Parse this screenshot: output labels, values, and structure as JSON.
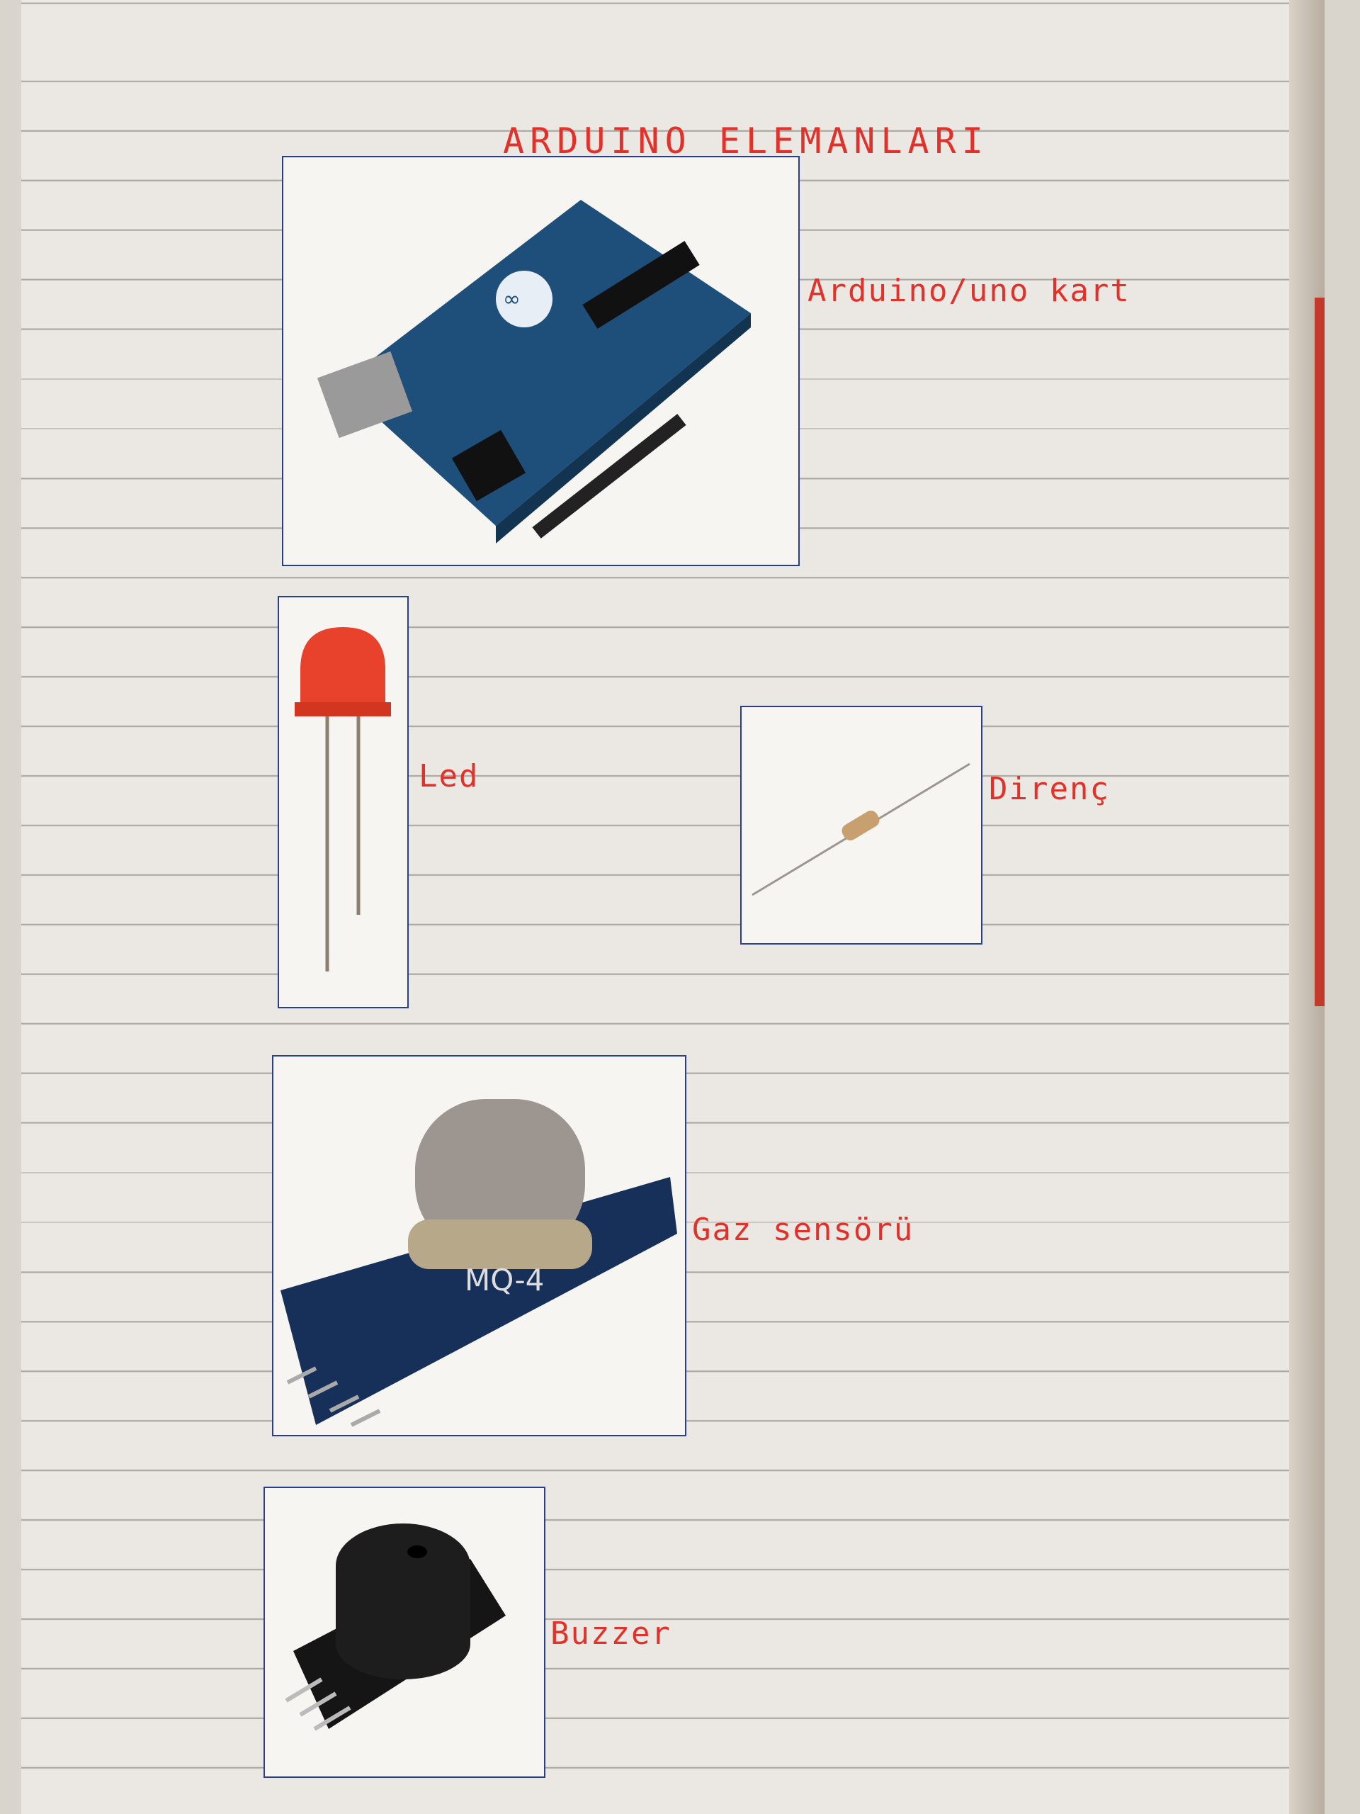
{
  "title": "ARDUINO ELEMANLARI",
  "items": [
    {
      "label": "Arduino/uno kart",
      "icon": "arduino-board-photo"
    },
    {
      "label": "Led",
      "icon": "red-led-photo"
    },
    {
      "label": "Direnç",
      "icon": "resistor-photo"
    },
    {
      "label": "Gaz sensörü",
      "icon": "gas-sensor-photo",
      "marking": "MQ-4"
    },
    {
      "label": "Buzzer",
      "icon": "buzzer-photo"
    }
  ],
  "colors": {
    "ink": "#e0322a",
    "paper": "#ebe8e3",
    "frame": "#2a3f8a"
  }
}
